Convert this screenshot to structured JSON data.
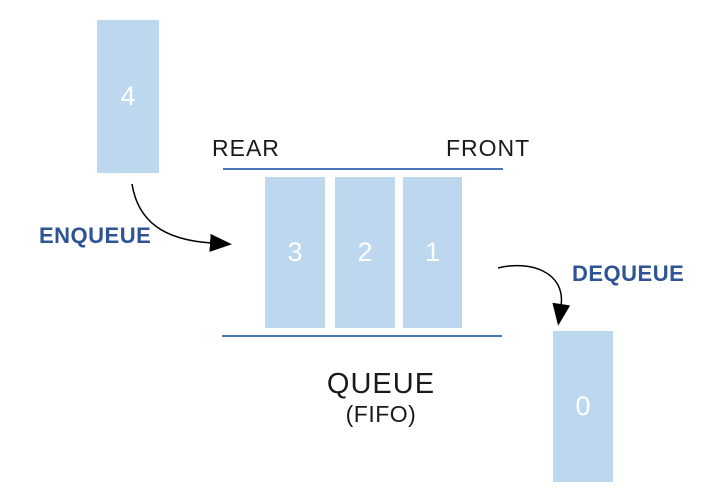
{
  "diagram": {
    "labels": {
      "rear": "REAR",
      "front": "FRONT",
      "title": "QUEUE",
      "subtitle": "(FIFO)",
      "enqueue": "ENQUEUE",
      "dequeue": "DEQUEUE"
    },
    "incoming_item": {
      "value": "4"
    },
    "queue_items": [
      {
        "value": "3"
      },
      {
        "value": "2"
      },
      {
        "value": "1"
      }
    ],
    "dequeued_item": {
      "value": "0"
    },
    "colors": {
      "cell_fill": "#bdd7ee",
      "rail_line": "#4a76b8",
      "action_label": "#2f5496",
      "label_text": "#1a1a1a",
      "item_text": "#ffffff",
      "arrow": "#000000"
    }
  }
}
